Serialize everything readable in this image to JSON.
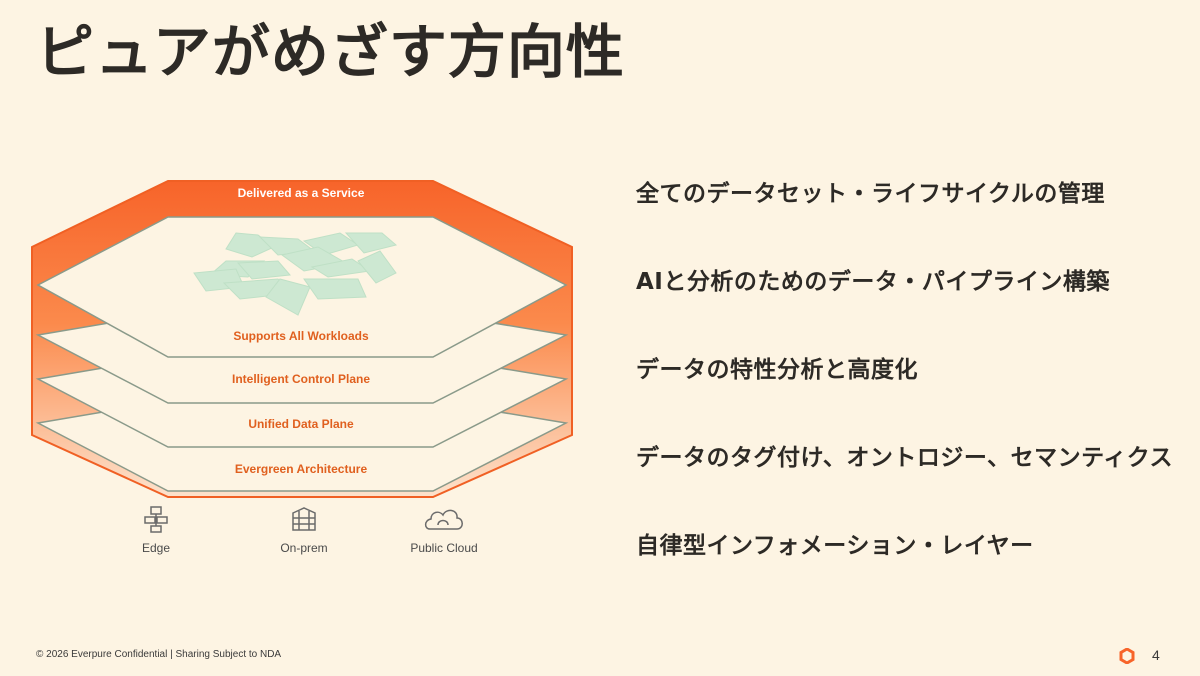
{
  "slide": {
    "title": "ピュアがめざす方向性",
    "footer": "© 2026 Everpure Confidential  |  Sharing Subject to NDA",
    "page_number": "4"
  },
  "diagram": {
    "layers": [
      {
        "label": "Delivered as a Service"
      },
      {
        "label": "Supports All Workloads"
      },
      {
        "label": "Intelligent Control Plane"
      },
      {
        "label": "Unified Data Plane"
      },
      {
        "label": "Evergreen Architecture"
      }
    ],
    "locations": [
      {
        "label": "Edge",
        "icon": "edge-icon"
      },
      {
        "label": "On-prem",
        "icon": "datacenter-icon"
      },
      {
        "label": "Public Cloud",
        "icon": "cloud-icon"
      }
    ],
    "colors": {
      "accent": "#f7642a",
      "tiles": "#cde8d2",
      "layer_fill": "#fdf4e3",
      "layer_stroke": "#8a9a8a"
    }
  },
  "goals": [
    "全てのデータセット・ライフサイクルの管理",
    "AIと分析のためのデータ・パイプライン構築",
    "データの特性分析と高度化",
    "データのタグ付け、オントロジー、セマンティクス",
    "自律型インフォメーション・レイヤー"
  ]
}
